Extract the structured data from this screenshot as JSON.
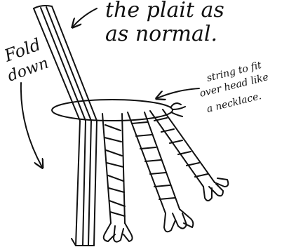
{
  "labels": {
    "top_line1": "the plait as",
    "top_line2": "as normal.",
    "fold": "Fold",
    "down": "down",
    "string_line1": "string to fit",
    "string_line2": "over head like",
    "string_line3": "a necklace."
  },
  "colors": {
    "ink": "#111111",
    "paper": "#ffffff"
  }
}
